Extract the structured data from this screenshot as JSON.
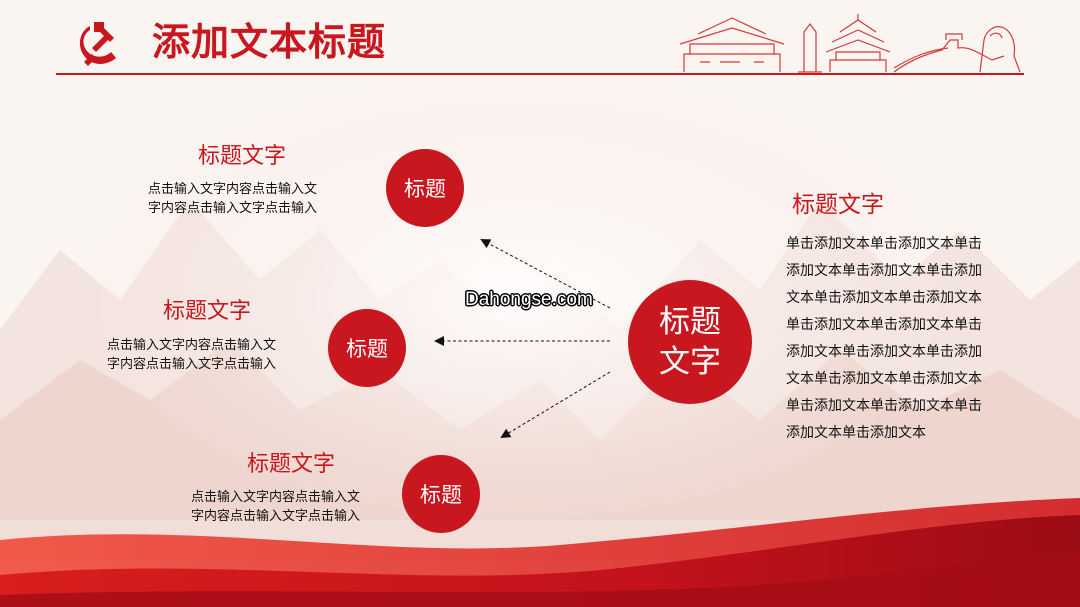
{
  "header": {
    "title": "添加文本标题",
    "logo_icon": "hammer-sickle-icon",
    "skyline_icon": "landmarks-skyline-icon"
  },
  "colors": {
    "accent": "#c8171e",
    "background": "#fbf6f4",
    "text": "#111111"
  },
  "center": {
    "line1": "标题",
    "line2": "文字"
  },
  "watermark": "Dahongse.com",
  "items": [
    {
      "circle_label": "标题",
      "title": "标题文字",
      "body_line1": "点击输入文字内容点击输入文",
      "body_line2": "字内容点击输入文字点击输入"
    },
    {
      "circle_label": "标题",
      "title": "标题文字",
      "body_line1": "点击输入文字内容点击输入文",
      "body_line2": "字内容点击输入文字点击输入"
    },
    {
      "circle_label": "标题",
      "title": "标题文字",
      "body_line1": "点击输入文字内容点击输入文",
      "body_line2": "字内容点击输入文字点击输入"
    }
  ],
  "right_panel": {
    "title": "标题文字",
    "lines": [
      "单击添加文本单击添加文本单击",
      "添加文本单击添加文本单击添加",
      "文本单击添加文本单击添加文本",
      "单击添加文本单击添加文本单击",
      "添加文本单击添加文本单击添加",
      "文本单击添加文本单击添加文本",
      "单击添加文本单击添加文本单击",
      "添加文本单击添加文本"
    ]
  }
}
